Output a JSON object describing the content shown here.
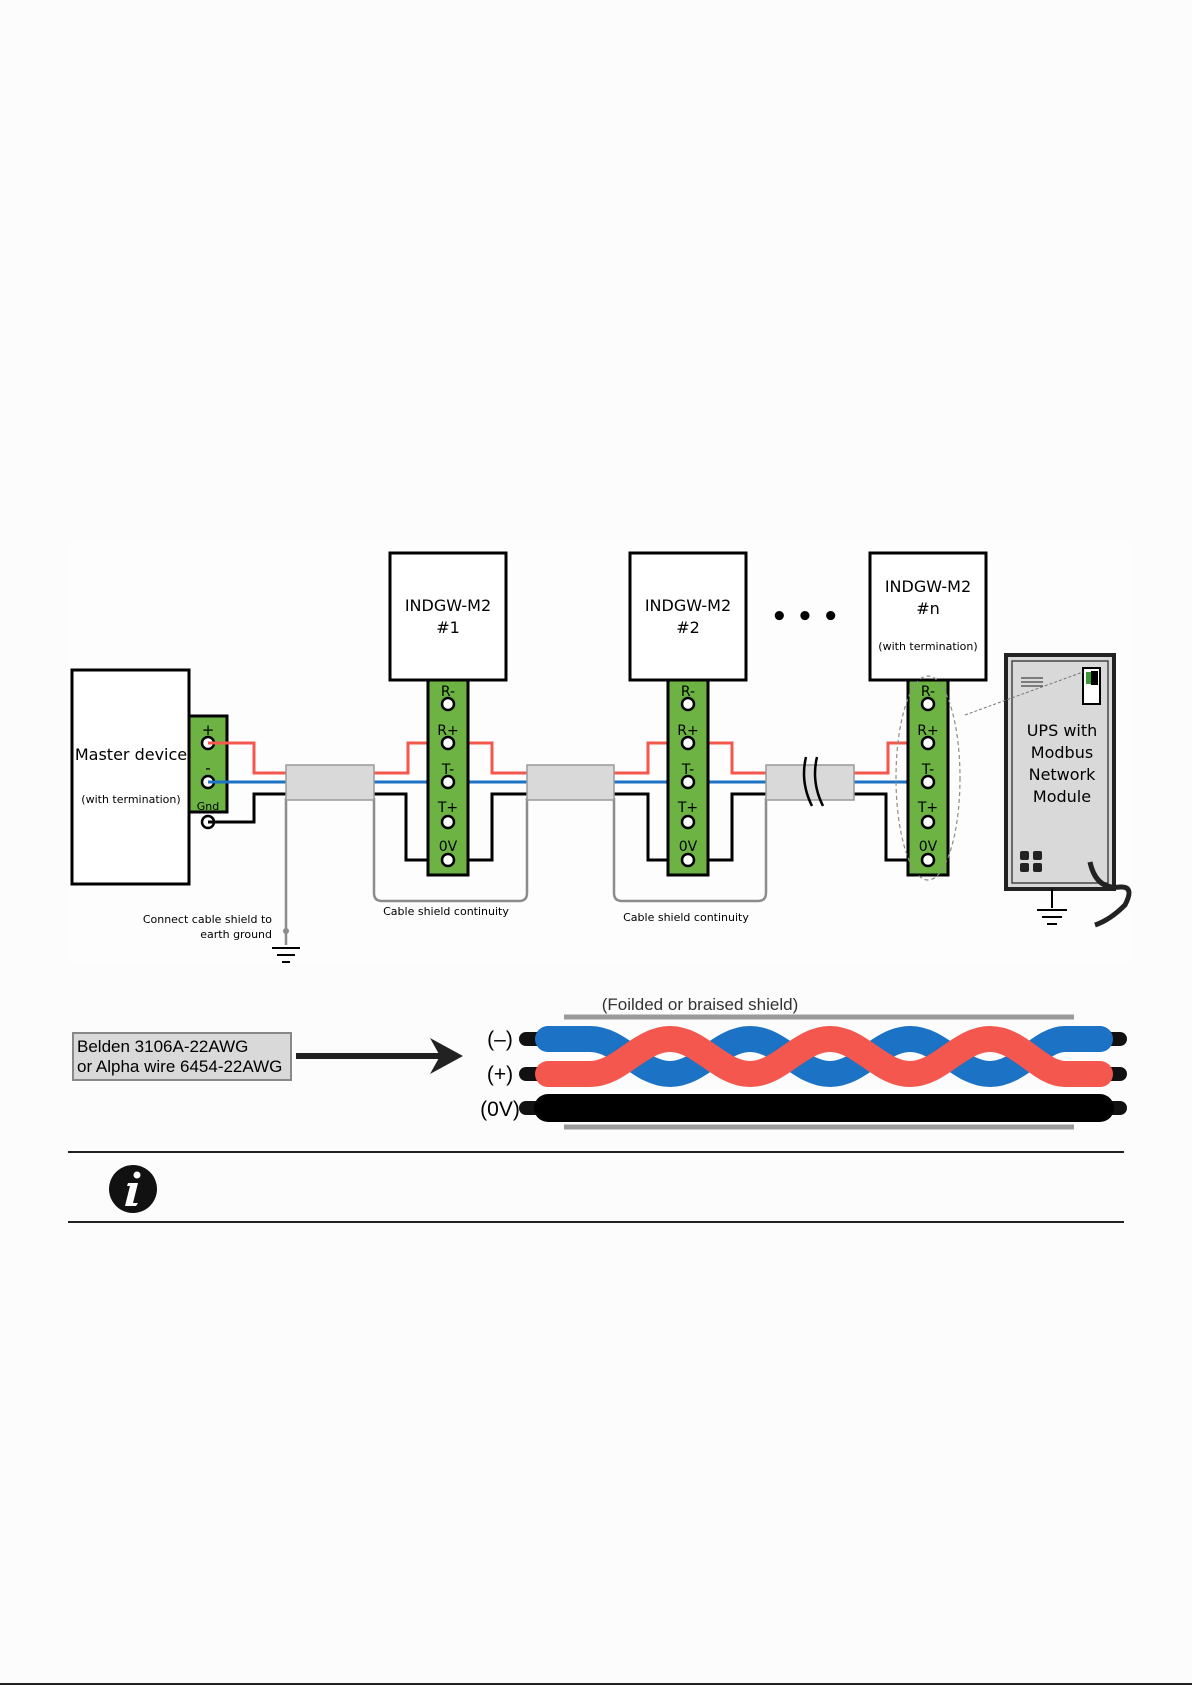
{
  "diagram": {
    "master": {
      "title": "Master device",
      "subtitle": "(with termination)",
      "pins": [
        "+",
        "-",
        "Gnd"
      ]
    },
    "gateways": [
      {
        "name": "INDGW-M2",
        "index": "#1",
        "note": ""
      },
      {
        "name": "INDGW-M2",
        "index": "#2",
        "note": ""
      },
      {
        "name": "INDGW-M2",
        "index": "#n",
        "note": "(with termination)"
      }
    ],
    "terminal_labels": [
      "R-",
      "R+",
      "T-",
      "T+",
      "0V"
    ],
    "ellipsis": "• • •",
    "ups": {
      "lines": [
        "UPS with",
        "Modbus",
        "Network",
        "Module"
      ]
    },
    "shield_ground_note": [
      "Connect cable shield to",
      "earth ground"
    ],
    "shield_continuity": [
      "Cable shield continuity",
      "Cable shield continuity"
    ]
  },
  "cable": {
    "types": [
      "Belden 3106A-22AWG",
      "or Alpha wire 6454-22AWG"
    ],
    "shield_label": "(Foilded or braised shield)",
    "wire_labels": [
      "(–)",
      "(+)",
      "(0V)"
    ]
  },
  "colors": {
    "red": "#f4574d",
    "blue": "#1c72c4",
    "green": "#6db344",
    "cable_gray": "#d9d9d9"
  },
  "info_icon": "info-icon"
}
